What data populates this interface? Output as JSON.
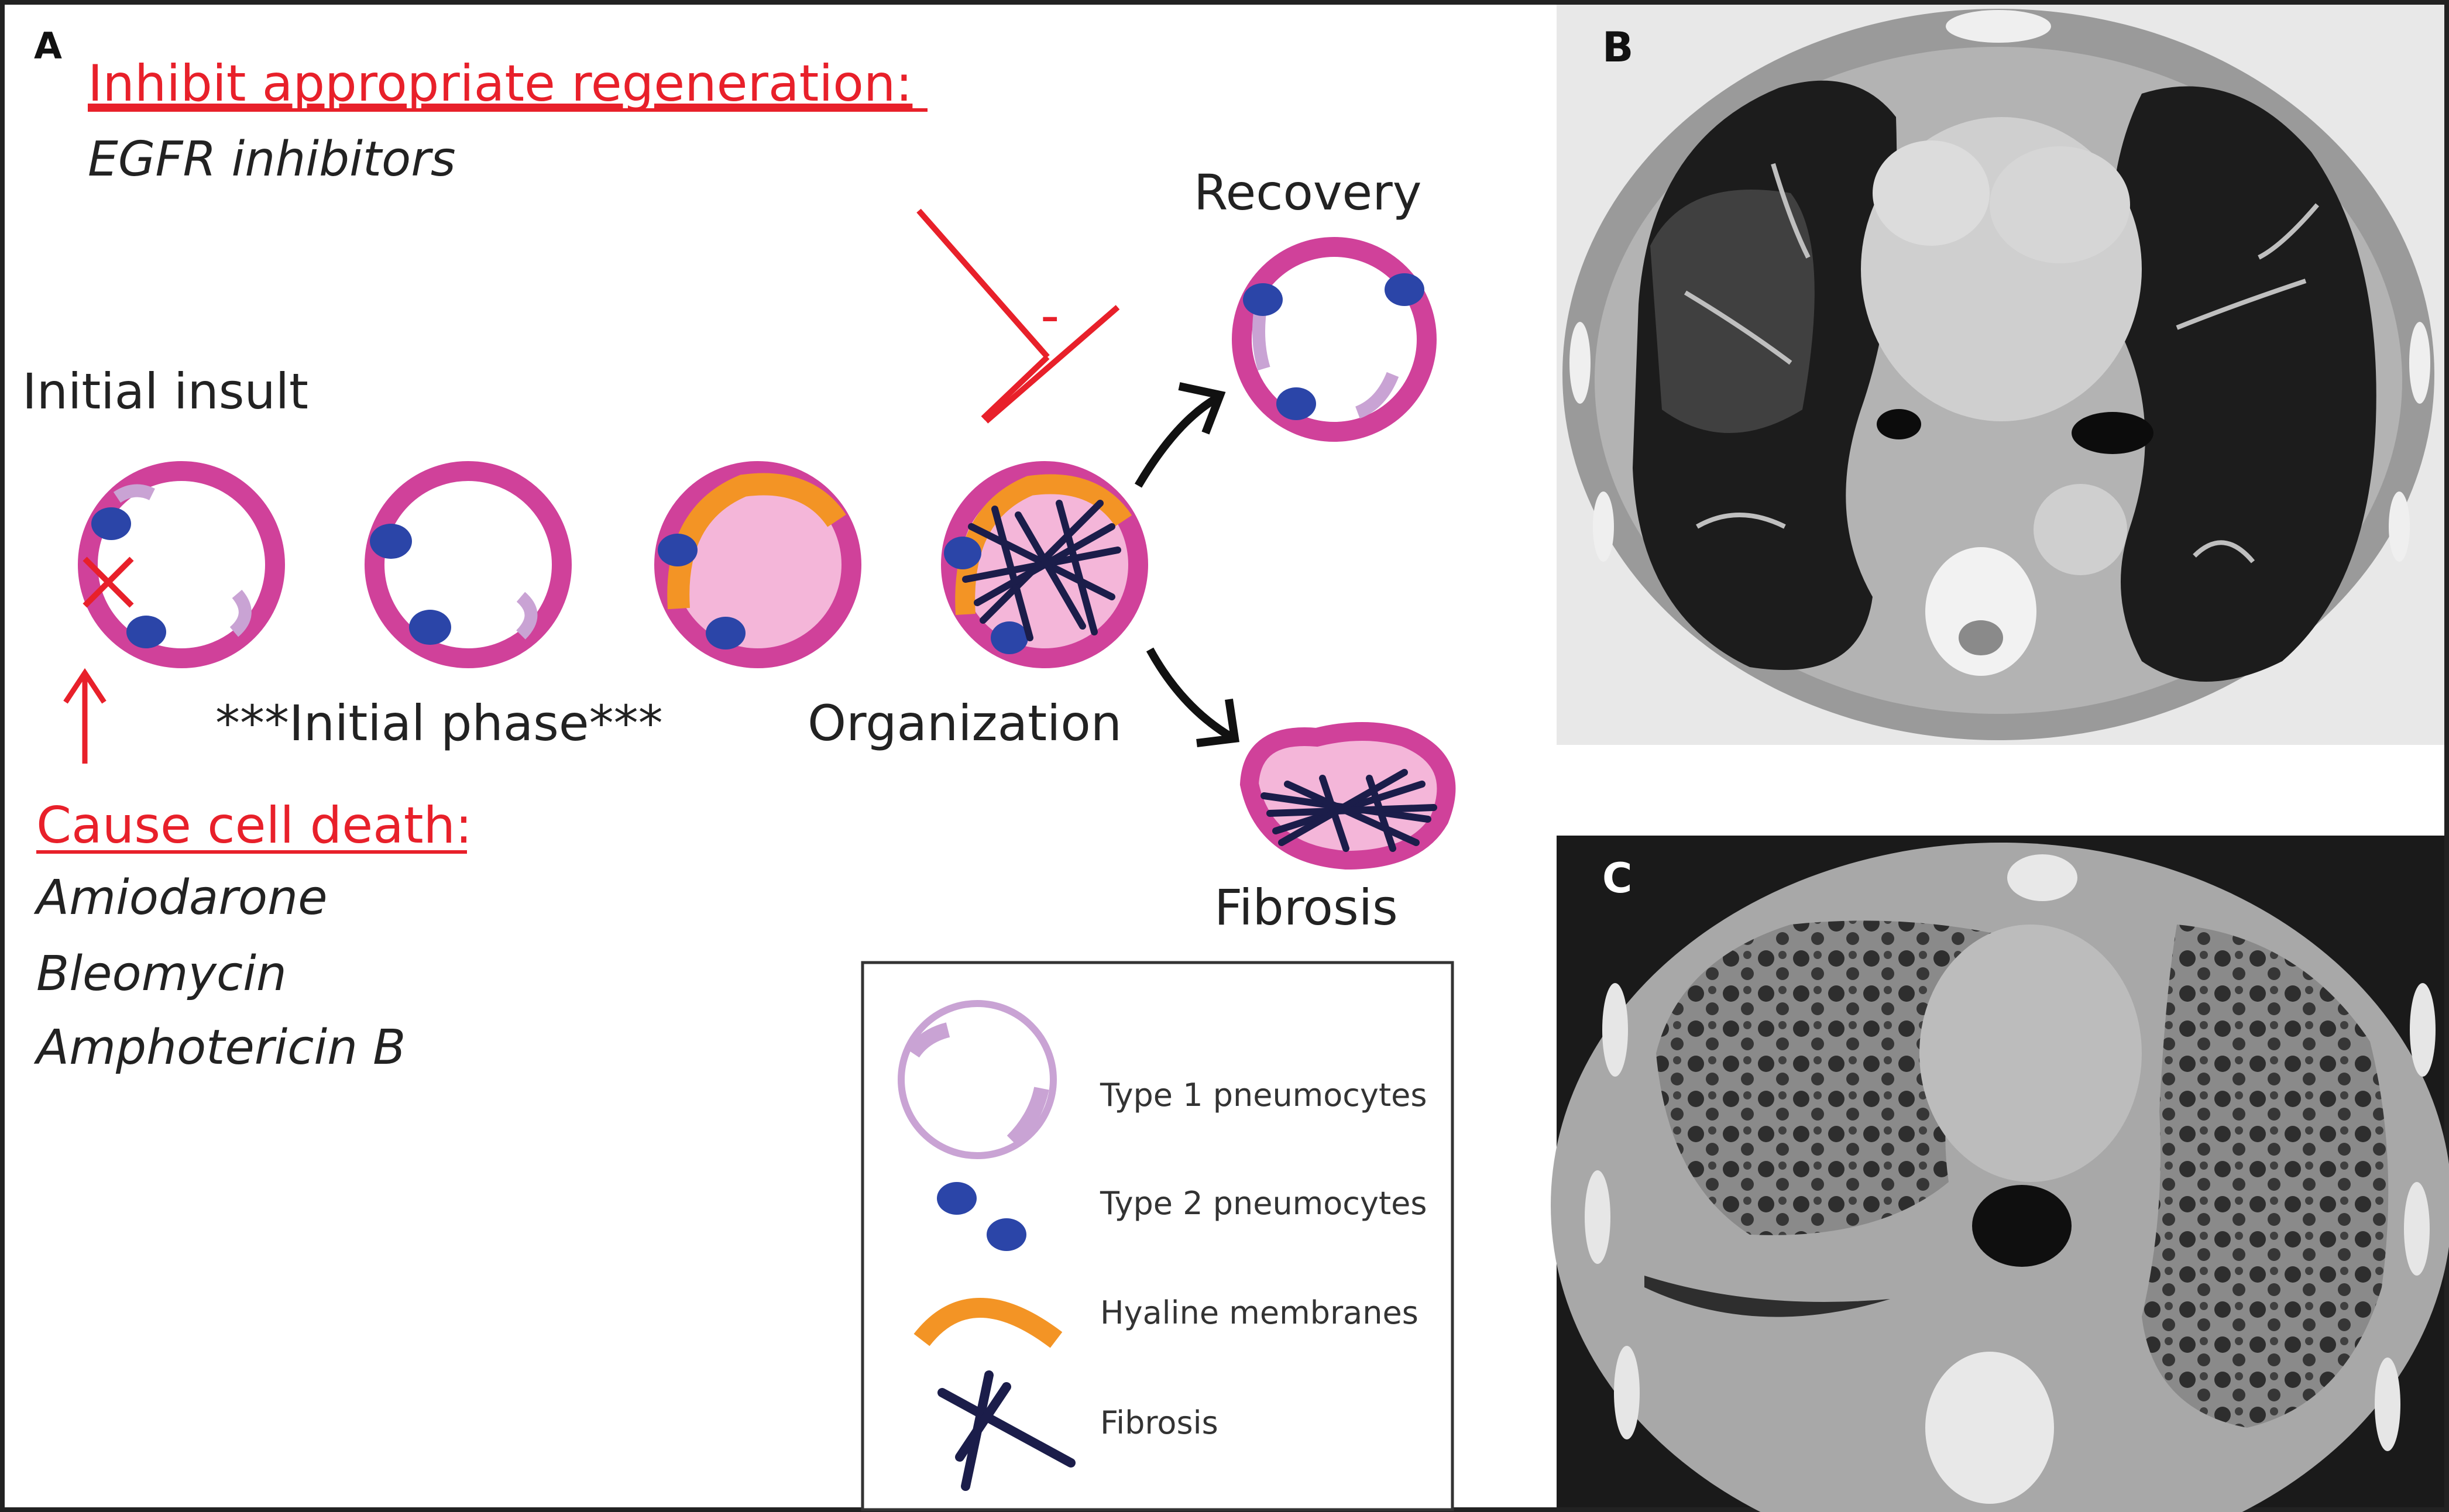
{
  "panel_a": {
    "label": "A",
    "inhibit_heading": "Inhibit appropriate regeneration:",
    "inhibit_drug": "EGFR inhibitors",
    "initial_insult": "Initial insult",
    "initial_phase": "***Initial phase***",
    "organization": "Organization",
    "recovery": "Recovery",
    "fibrosis": "Fibrosis",
    "minus_sign": "-",
    "cause_heading": "Cause cell death:",
    "cause_drugs": [
      "Amiodarone",
      "Bleomycin",
      "Amphotericin B"
    ],
    "legend": {
      "type1": "Type 1 pneumocytes",
      "type2": "Type 2 pneumocytes",
      "hyaline": "Hyaline membranes",
      "fibrosis": "Fibrosis"
    }
  },
  "panel_b": {
    "label": "B"
  },
  "panel_c": {
    "label": "C"
  },
  "colors": {
    "red": "#e8202a",
    "magenta": "#d0419a",
    "lavender": "#c9a3d4",
    "blue": "#2b45a8",
    "orange": "#f39425",
    "pink_fill": "#f4b6d9",
    "navy": "#1b1d4a"
  }
}
